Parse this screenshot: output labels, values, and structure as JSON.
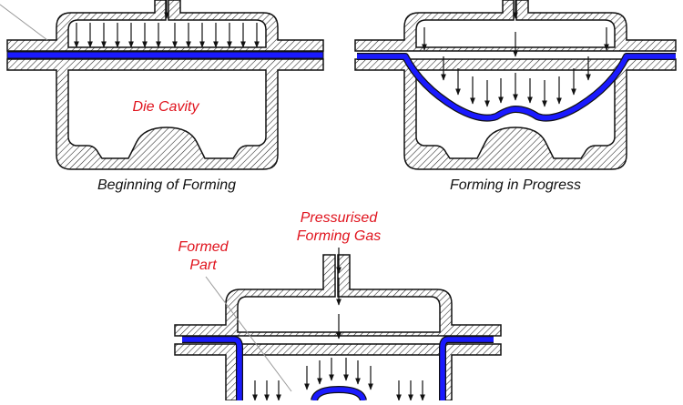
{
  "labels": {
    "die_cavity": "Die Cavity",
    "beginning_of_forming": "Beginning of  Forming",
    "forming_in_progress": "Forming in Progress",
    "pressurised_line1": "Pressurised",
    "pressurised_line2": "Forming Gas",
    "formed_line1": "Formed",
    "formed_line2": "Part"
  },
  "colors": {
    "sheet": "#1a1aff",
    "label_red": "#e0141e",
    "outline": "#111111"
  }
}
